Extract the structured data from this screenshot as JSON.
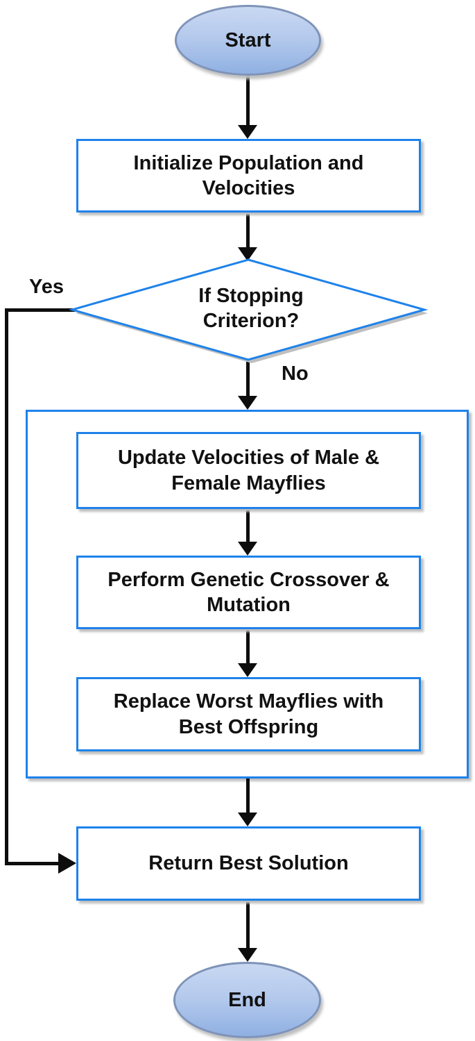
{
  "diagram_type": "flowchart",
  "nodes": {
    "start": "Start",
    "initialize": "Initialize Population and\nVelocities",
    "decision": "If Stopping\nCriterion?",
    "update_velocities": "Update Velocities of Male &\nFemale Mayflies",
    "crossover": "Perform Genetic Crossover &\nMutation",
    "replace_worst": "Replace Worst Mayflies with\nBest Offspring",
    "return_best": "Return Best Solution",
    "end": "End"
  },
  "edges": {
    "yes_label": "Yes",
    "no_label": "No"
  },
  "flow": [
    {
      "from": "start",
      "to": "initialize"
    },
    {
      "from": "initialize",
      "to": "decision"
    },
    {
      "from": "decision",
      "to": "loop_group",
      "label": "No"
    },
    {
      "from": "decision",
      "to": "return_best",
      "label": "Yes"
    },
    {
      "from": "update_velocities",
      "to": "crossover"
    },
    {
      "from": "crossover",
      "to": "replace_worst"
    },
    {
      "from": "loop_group",
      "to": "return_best"
    },
    {
      "from": "return_best",
      "to": "end"
    }
  ],
  "colors": {
    "node_border": "#1e82ea",
    "node_fill": "#ffffff",
    "terminal_fill_top": "#c9d8f2",
    "terminal_fill_bottom": "#8fb0e2",
    "terminal_border": "#7f93b8",
    "arrow": "#0d0d0d",
    "shadow": "#bfbfbf",
    "text": "#111111",
    "background": "#ffffff"
  }
}
